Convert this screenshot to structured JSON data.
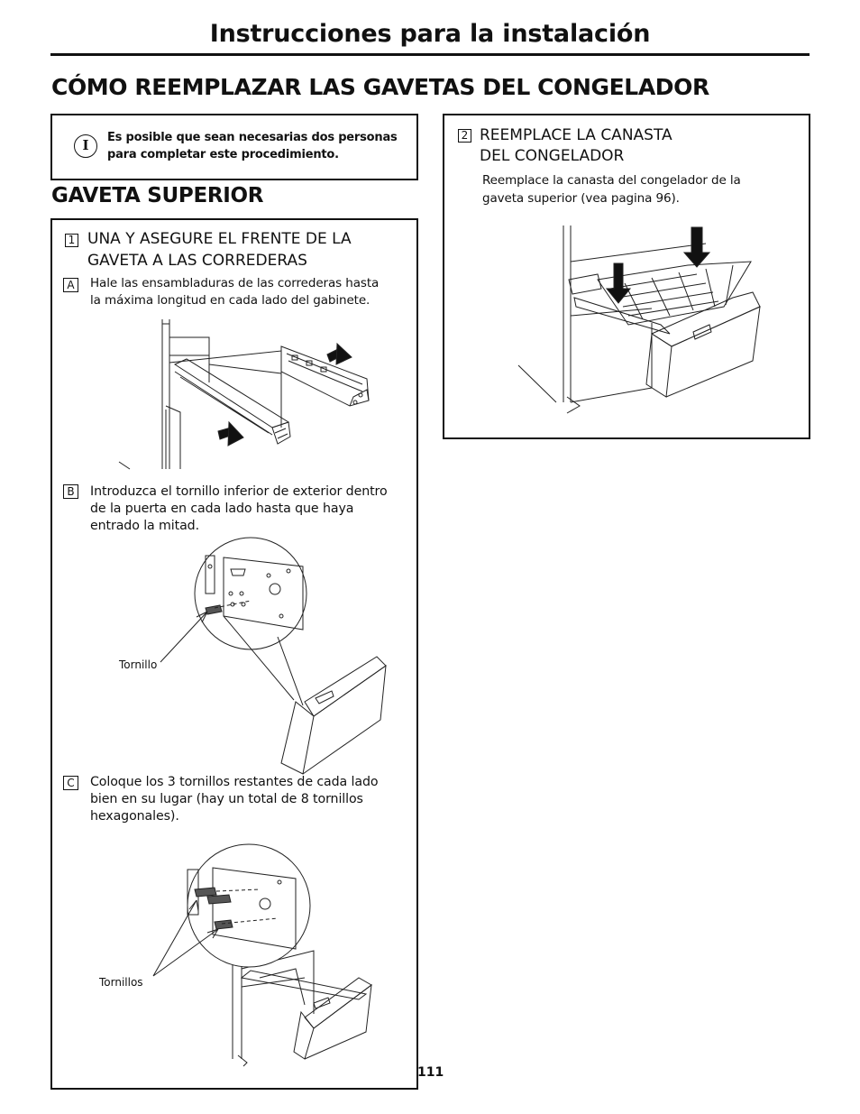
{
  "header": {
    "title": "Instrucciones para la instalación"
  },
  "section": {
    "title": "CÓMO REEMPLAZAR LAS GAVETAS DEL CONGELADOR"
  },
  "note": {
    "icon": "info-icon",
    "icon_glyph": "I",
    "line1": "Es posible que sean necesarias dos personas",
    "line2": "para completar este procedimiento."
  },
  "subsection": {
    "title": "GAVETA SUPERIOR"
  },
  "step1": {
    "number": "1",
    "title_line1": "UNA Y ASEGURE EL FRENTE DE LA",
    "title_line2": "GAVETA A LAS CORREDERAS",
    "substeps": [
      {
        "letter": "A",
        "lines": [
          "Hale las ensambladuras de las correderas hasta",
          "la máxima longitud en cada lado del gabinete."
        ]
      },
      {
        "letter": "B",
        "lines": [
          "Introduzca el tornillo inferior de exterior dentro",
          "de la puerta en cada lado hasta que haya",
          "entrado la mitad."
        ],
        "caption": "Tornillo"
      },
      {
        "letter": "C",
        "lines": [
          "Coloque los 3 tornillos restantes de cada lado",
          "bien en su lugar (hay un total de 8 tornillos",
          "hexagonales)."
        ],
        "caption": "Tornillos"
      }
    ]
  },
  "step2": {
    "number": "2",
    "title_line1": "REEMPLACE LA CANASTA",
    "title_line2": "DEL CONGELADOR",
    "lines": [
      "Reemplace la canasta del congelador de la",
      "gaveta superior (vea pagina 96)."
    ]
  },
  "page_number": "111"
}
